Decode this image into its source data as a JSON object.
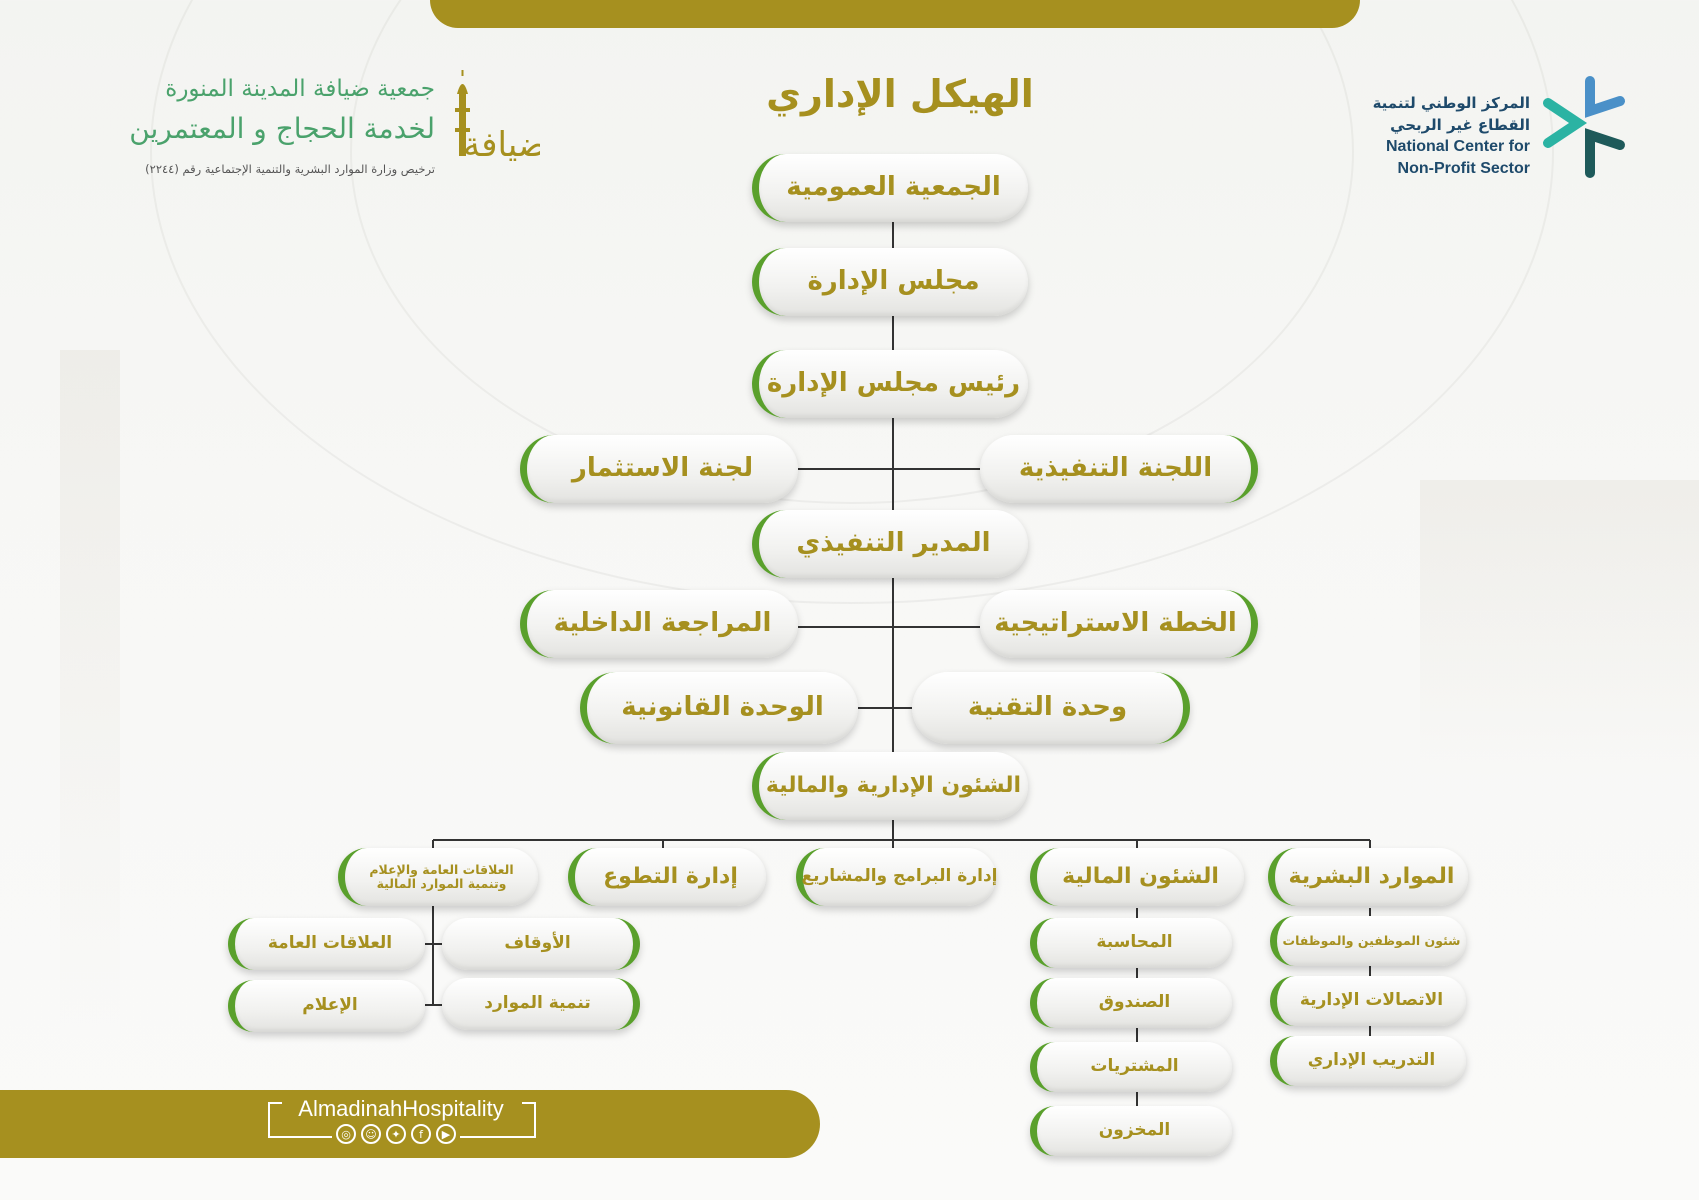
{
  "title": "الهيكل الإداري",
  "org_logo": {
    "line1": "جمعية ضيافة المدينة المنورة",
    "line2": "لخدمة الحجاج و المعتمرين",
    "line3": "ترخيص وزارة الموارد البشرية والتنمية الإجتماعية رقم (٢٢٤٤)",
    "emblem_text": "ضيافة"
  },
  "ncnp_logo": {
    "line_ar1": "المركز الوطني لتنمية",
    "line_ar2": "القطاع غير الربحي",
    "line_en1": "National Center for",
    "line_en2": "Non-Profit Sector"
  },
  "footer": {
    "handle": "AlmadinahHospitality",
    "social_icons": [
      "instagram-icon",
      "snapchat-icon",
      "twitter-icon",
      "facebook-icon",
      "youtube-icon"
    ]
  },
  "colors": {
    "gold": "#a6901f",
    "green": "#5aa02c",
    "ncnp_blue": "#1e4a6b",
    "ncnp_teal": "#2bb3a3"
  },
  "nodes": {
    "general_assembly": "الجمعية العمومية",
    "board": "مجلس الإدارة",
    "board_chair": "رئيس مجلس الإدارة",
    "executive_committee": "اللجنة التنفيذية",
    "investment_committee": "لجنة الاستثمار",
    "executive_director": "المدير التنفيذي",
    "strategic_plan": "الخطة الاستراتيجية",
    "internal_audit": "المراجعة الداخلية",
    "tech_unit": "وحدة التقنية",
    "legal_unit": "الوحدة القانونية",
    "admin_finance": "الشئون الإدارية والمالية",
    "human_resources": "الموارد البشرية",
    "financial_affairs": "الشئون المالية",
    "programs_projects": "إدارة البرامج والمشاريع",
    "volunteering": "إدارة التطوع",
    "pr_media_line1": "العلاقات العامة والإعلام",
    "pr_media_line2": "وتنمية الموارد المالية",
    "hr_staff": "شئون الموظفين والموظفات",
    "hr_admin_comms": "الاتصالات الإدارية",
    "hr_training": "التدريب الإداري",
    "fin_accounting": "المحاسبة",
    "fin_cashbox": "الصندوق",
    "fin_purchases": "المشتريات",
    "fin_warehouse": "المخزون",
    "endowments": "الأوقاف",
    "resource_dev": "تنمية الموارد",
    "public_relations": "العلاقات العامة",
    "media": "الإعلام"
  }
}
